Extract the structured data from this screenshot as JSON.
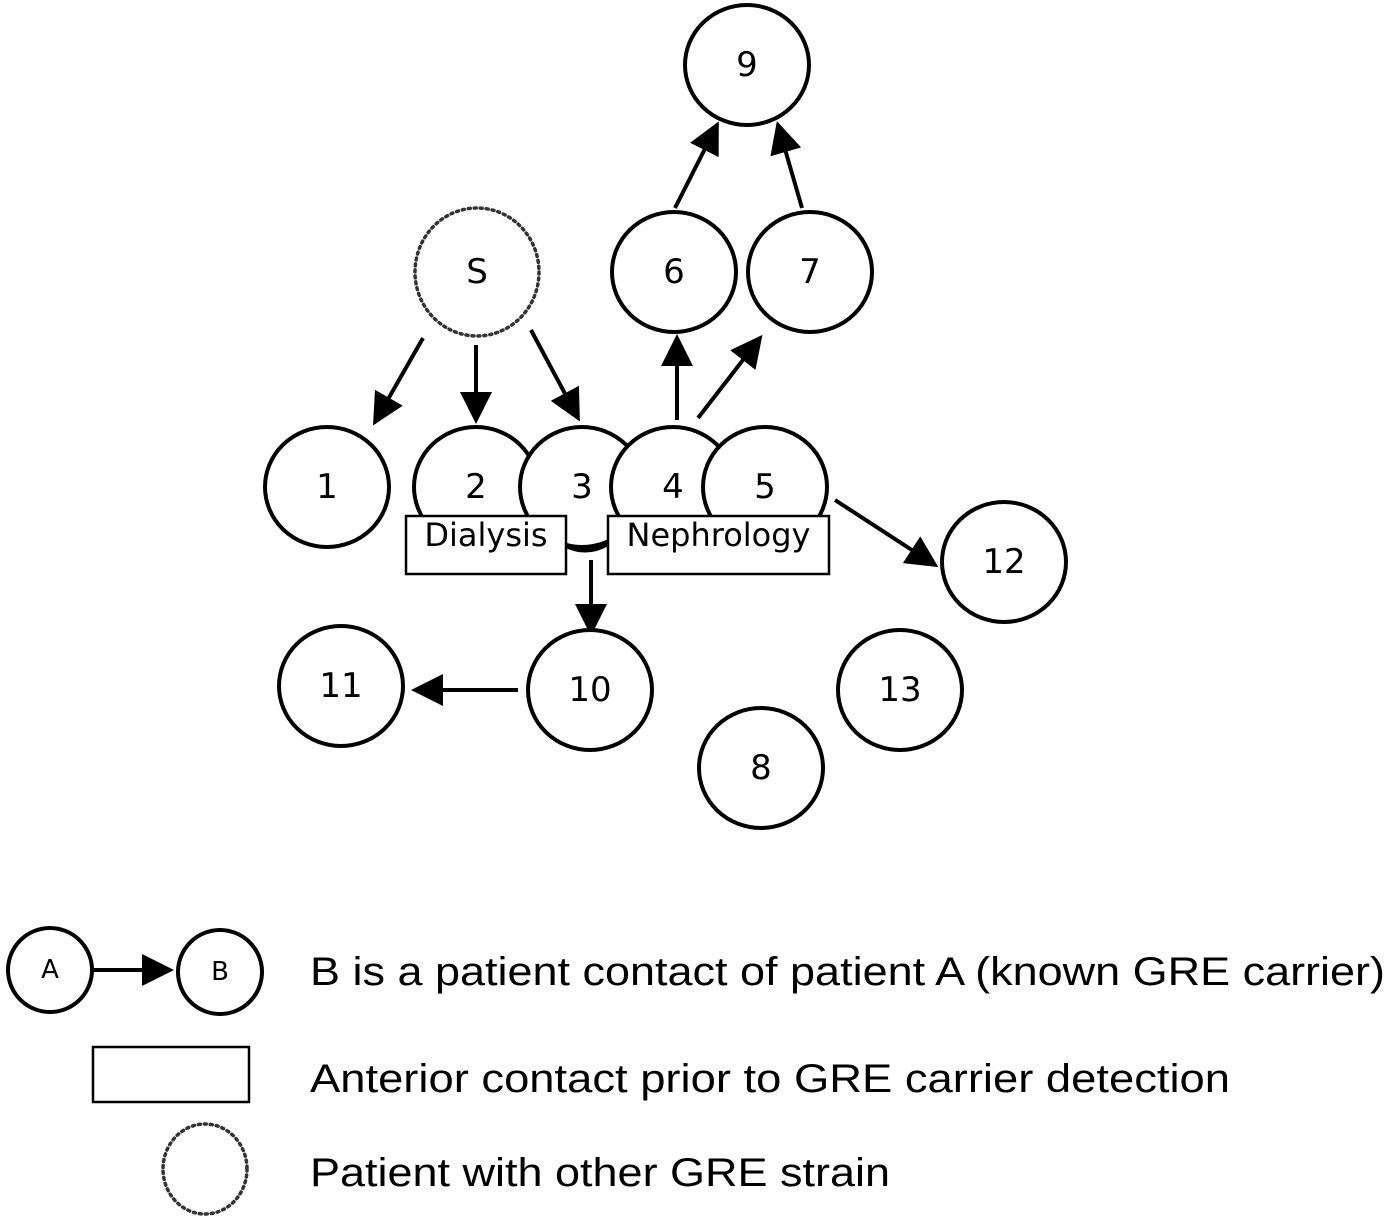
{
  "diagram": {
    "type": "contact-network",
    "nodes": [
      {
        "id": "9",
        "label": "9",
        "style": "solid"
      },
      {
        "id": "6",
        "label": "6",
        "style": "solid"
      },
      {
        "id": "7",
        "label": "7",
        "style": "solid"
      },
      {
        "id": "S",
        "label": "S",
        "style": "dotted"
      },
      {
        "id": "1",
        "label": "1",
        "style": "solid"
      },
      {
        "id": "2",
        "label": "2",
        "style": "solid"
      },
      {
        "id": "3",
        "label": "3",
        "style": "solid"
      },
      {
        "id": "4",
        "label": "4",
        "style": "solid"
      },
      {
        "id": "5",
        "label": "5",
        "style": "solid"
      },
      {
        "id": "12",
        "label": "12",
        "style": "solid"
      },
      {
        "id": "10",
        "label": "10",
        "style": "solid"
      },
      {
        "id": "11",
        "label": "11",
        "style": "solid"
      },
      {
        "id": "13",
        "label": "13",
        "style": "solid"
      },
      {
        "id": "8",
        "label": "8",
        "style": "solid"
      }
    ],
    "groups": [
      {
        "id": "dialysis",
        "label": "Dialysis",
        "members": [
          "2",
          "3"
        ]
      },
      {
        "id": "nephrology",
        "label": "Nephrology",
        "members": [
          "4",
          "5"
        ]
      }
    ],
    "edges": [
      {
        "from": "S",
        "to": "1"
      },
      {
        "from": "S",
        "to": "2"
      },
      {
        "from": "S",
        "to": "3"
      },
      {
        "from": "4",
        "to": "6"
      },
      {
        "from": "4",
        "to": "7"
      },
      {
        "from": "6",
        "to": "9"
      },
      {
        "from": "7",
        "to": "9"
      },
      {
        "from": "5",
        "to": "12"
      },
      {
        "from": "3",
        "to": "10"
      },
      {
        "from": "10",
        "to": "11"
      }
    ]
  },
  "legend": {
    "items": [
      {
        "symbol": "arrow-between-nodes",
        "node_a": "A",
        "node_b": "B",
        "text": "B is a patient contact of patient A (known GRE carrier)"
      },
      {
        "symbol": "rectangle",
        "text": "Anterior contact prior to GRE carrier detection"
      },
      {
        "symbol": "dotted-circle",
        "text": "Patient with other GRE strain"
      }
    ]
  }
}
